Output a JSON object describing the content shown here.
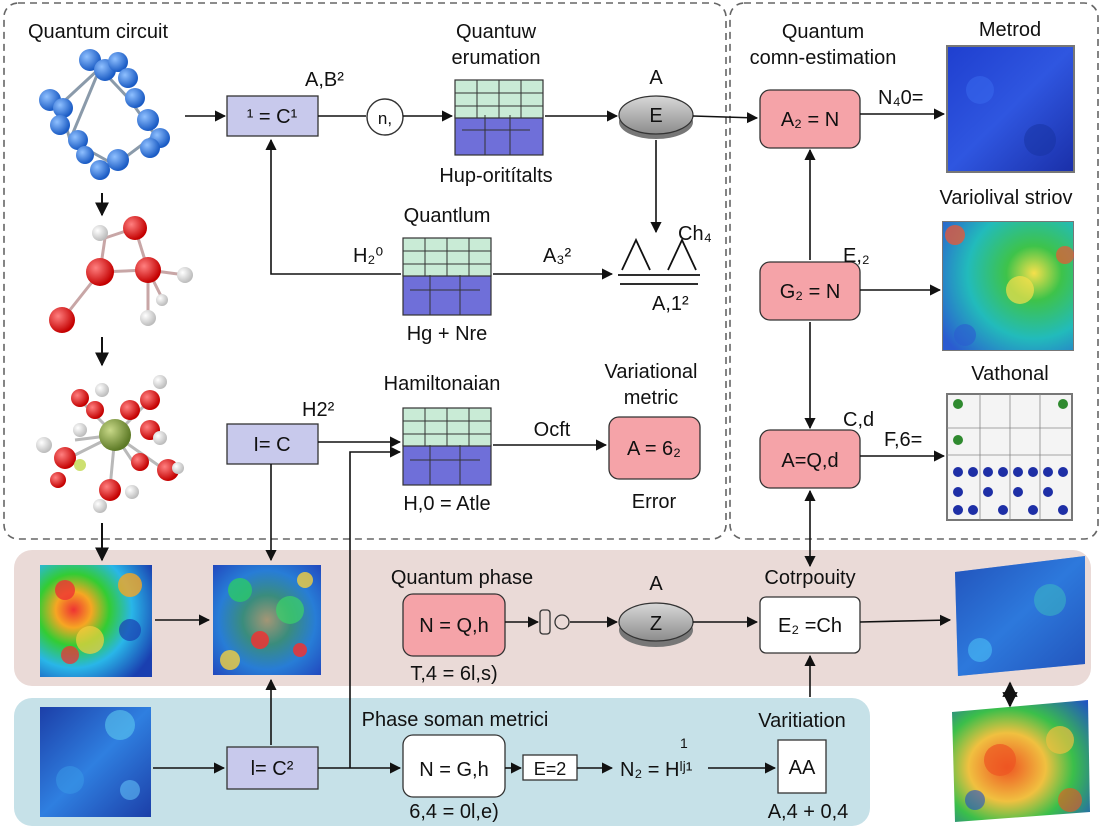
{
  "labels": {
    "quantum_circuit": "Quantum circuit",
    "quantuw": "Quantuw",
    "erumation": "erumation",
    "a1b2": "A,B²",
    "c1_box": "¹ = C¹",
    "n1": "n,",
    "hup": "Hup-oritítalts",
    "a_top": "A",
    "e_oval": "E",
    "quantum_mid": "Quantlum",
    "h2o": "H₂⁰",
    "a32": "A₃²",
    "ch4": "Ch₄",
    "a12": "A,1²",
    "lambda_eq": "⋀=⋀",
    "hg_nre": "Hg + Nre",
    "hamiltonaian": "Hamiltonaian",
    "h2_2": "H2²",
    "c_box": "I= C",
    "ocft": "Ocft",
    "variational": "Variational",
    "metric": "metric",
    "a_62": "A = 6₂",
    "h30": "H,0 = Atle",
    "error": "Error",
    "qc_est_1": "Quantum",
    "qc_est_2": "comn-estimation",
    "a2n": "A₂ = N",
    "n40": "N₄0=",
    "metrod": "Metrod",
    "variolival": "Variolival striov",
    "g2n": "G₂ = N",
    "e2": "E,₂",
    "vathonal": "Vathonal",
    "c1d": "C,d",
    "aqd": "A=Q,d",
    "f36": "F,6=",
    "quantum_phase": "Quantum phase",
    "nq1h": "N = Q,h",
    "t34": "T,4 = 6l,s)",
    "a_pink": "A",
    "z_oval": "Z",
    "cotrpouity": "Cotrpouity",
    "e2ch": "E₂ =Ch",
    "phase_metric": "Phase soman metrici",
    "c2_box": "l= C²",
    "ng1h": "N = G,h",
    "e2_box": "E=2",
    "n2h": "N₂ = Hˡʲ¹",
    "n2h_sup": "1",
    "b634": "6,4 = 0l,e)",
    "variitiation": "Varitiation",
    "aa": "AA",
    "a34": "A,4 + 0,4"
  },
  "colors": {
    "lavender_box": "#c8c9ec",
    "pink_box": "#f5a3a8",
    "pink_band": "#eadad7",
    "blue_band": "#c6e1e8",
    "oval_gray": "#a9a9a9",
    "mol_blue": "#1e6fd0",
    "atom_red": "#e01010",
    "atom_white": "#f2f2f2",
    "atom_green": "#8fa448",
    "grid_green": "#c9ebd6",
    "grid_blue": "#6f6fd9"
  }
}
